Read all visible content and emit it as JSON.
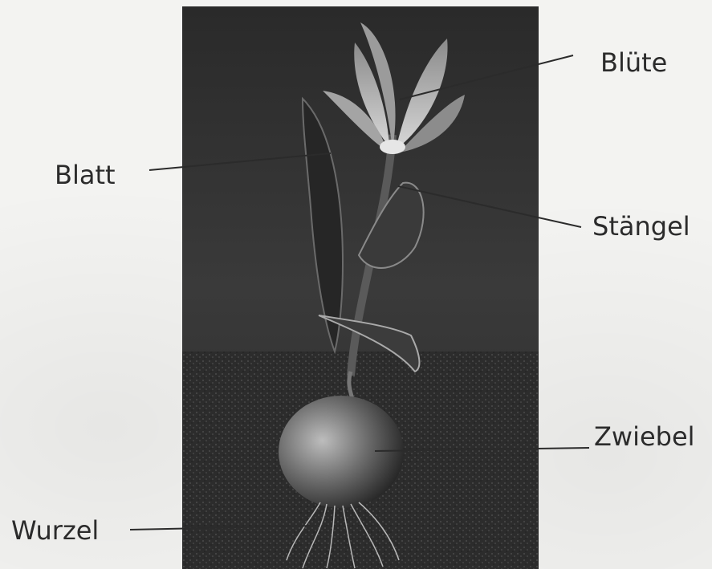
{
  "labels": {
    "bluete": "Blüte",
    "blatt": "Blatt",
    "staengel": "Stängel",
    "zwiebel": "Zwiebel",
    "wurzel": "Wurzel"
  }
}
